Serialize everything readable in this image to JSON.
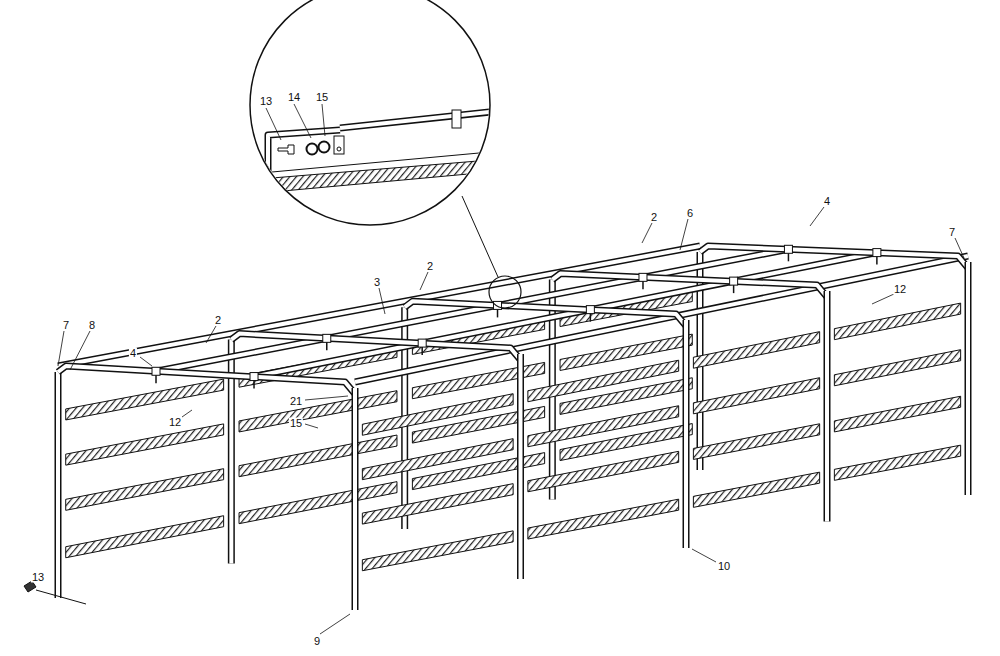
{
  "diagram": {
    "labels": [
      "13",
      "14",
      "15",
      "4",
      "2",
      "6",
      "7",
      "2",
      "3",
      "12",
      "2",
      "7",
      "8",
      "4",
      "21",
      "12",
      "15",
      "10",
      "13",
      "9"
    ]
  }
}
